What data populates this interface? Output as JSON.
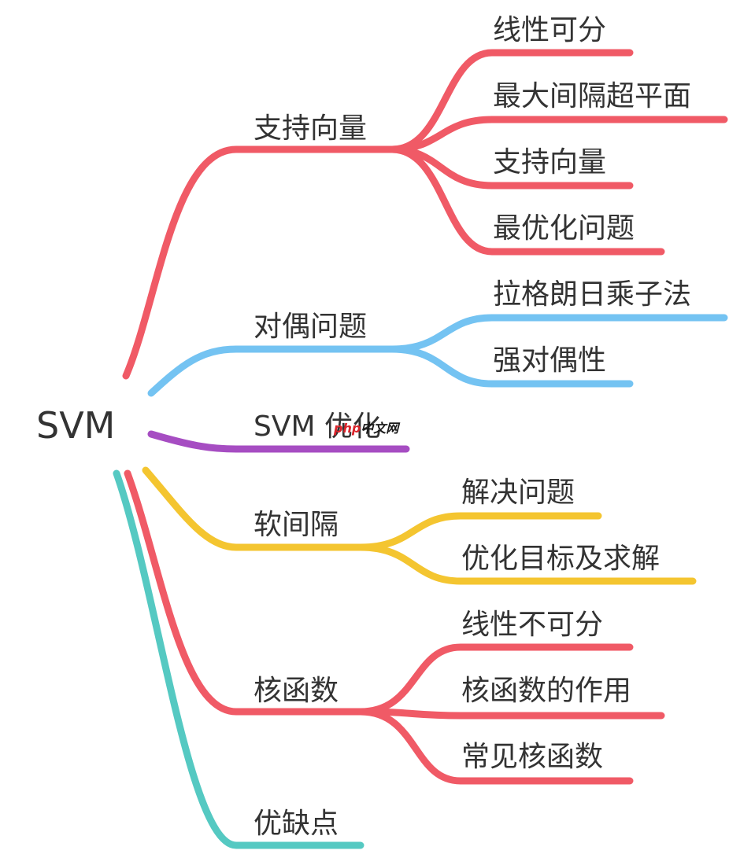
{
  "root": {
    "label": "SVM"
  },
  "colors": {
    "red": "#f05a66",
    "blue": "#74c3f2",
    "purple": "#a64dc2",
    "yellow": "#f4c530",
    "teal": "#55c9c2"
  },
  "branches": [
    {
      "label": "支持向量",
      "color": "red",
      "children": [
        "线性可分",
        "最大间隔超平面",
        "支持向量",
        "最优化问题"
      ]
    },
    {
      "label": "对偶问题",
      "color": "blue",
      "children": [
        "拉格朗日乘子法",
        "强对偶性"
      ]
    },
    {
      "label": "SVM 优化",
      "color": "purple",
      "children": []
    },
    {
      "label": "软间隔",
      "color": "yellow",
      "children": [
        "解决问题",
        "优化目标及求解"
      ]
    },
    {
      "label": "核函数",
      "color": "red",
      "children": [
        "线性不可分",
        "核函数的作用",
        "常见核函数"
      ]
    },
    {
      "label": "优缺点",
      "color": "teal",
      "children": []
    }
  ],
  "watermark": {
    "brand": "php",
    "site": "中文网"
  }
}
